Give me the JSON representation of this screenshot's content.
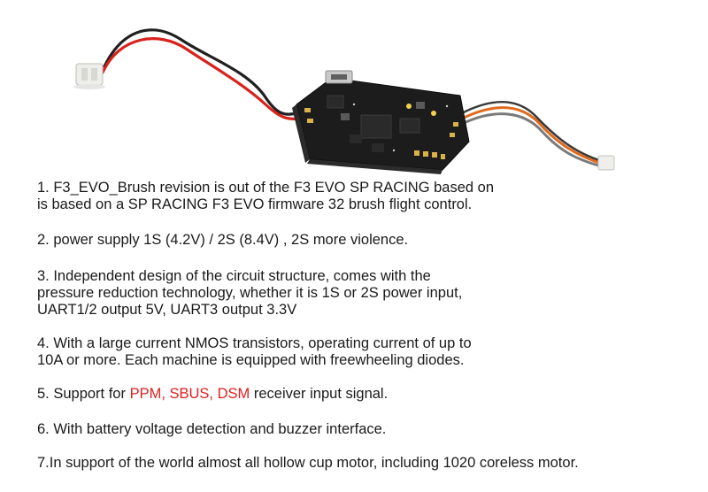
{
  "colors": {
    "text": "#1a1a1a",
    "highlight": "#e0201e",
    "pcb": "#1c1c1c",
    "wire_red": "#d8221b",
    "wire_black": "#202020",
    "wire_orange": "#e06a1c",
    "wire_gray": "#7a7a7a",
    "connector": "#eeeeea",
    "pad_gold": "#d9b24a"
  },
  "photo": {
    "subject": "flight-controller-board",
    "icons": [
      "usb-port-icon",
      "jst-connector-icon",
      "wire-lead-icon",
      "chip-icon"
    ]
  },
  "specs": [
    {
      "lines": [
        "1. F3_EVO_Brush revision is out of the F3 EVO SP RACING based on",
        "is based on a SP RACING F3 EVO firmware 32 brush flight control."
      ]
    },
    {
      "lines": [
        "2. power supply 1S (4.2V) / 2S (8.4V) , 2S more violence."
      ]
    },
    {
      "lines": [
        "3. Independent design of the circuit structure, comes with the",
        "pressure reduction technology, whether it is 1S or 2S power input,",
        "UART1/2 output 5V, UART3 output 3.3V"
      ]
    },
    {
      "lines": [
        "4. With a large current NMOS transistors, operating current of up to",
        "10A or more. Each machine is equipped with freewheeling diodes."
      ]
    },
    {
      "prefix": "5. Support for ",
      "highlight": "PPM, SBUS, DSM",
      "suffix": " receiver input signal."
    },
    {
      "lines": [
        "6. With battery voltage detection and buzzer interface."
      ]
    },
    {
      "lines": [
        "7.In support of the world almost all hollow cup motor, including 1020 coreless motor."
      ]
    }
  ]
}
